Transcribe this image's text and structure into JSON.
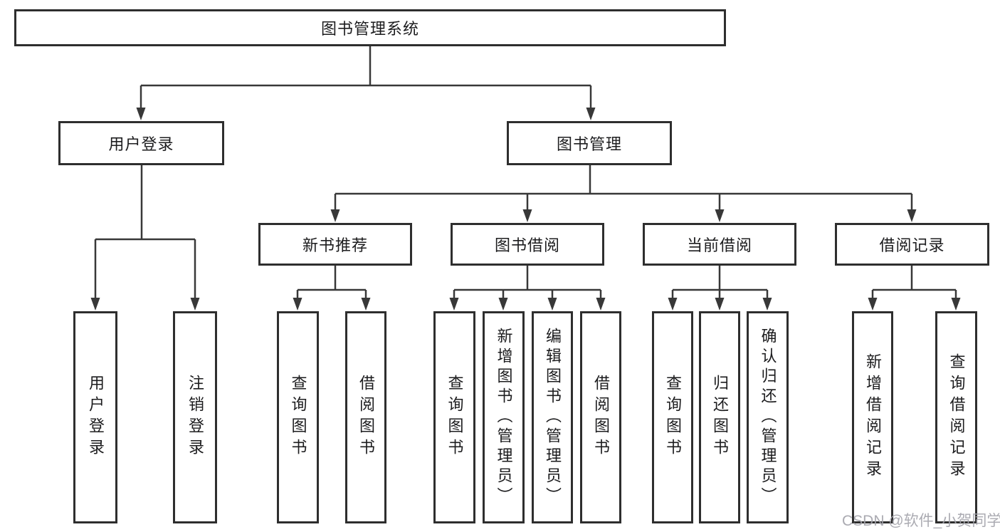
{
  "diagram_title": "图书管理系统",
  "nodes": {
    "root": {
      "label": "图书管理系统"
    },
    "user_login": {
      "label": "用户登录"
    },
    "book_mgmt": {
      "label": "图书管理"
    },
    "new_books": {
      "label": "新书推荐"
    },
    "book_borrow": {
      "label": "图书借阅"
    },
    "current_borrow": {
      "label": "当前借阅"
    },
    "borrow_records": {
      "label": "借阅记录"
    },
    "leaves": {
      "user_login_leaf": {
        "label": "用户登录"
      },
      "logout": {
        "label": "注销登录"
      },
      "nb_query_books": {
        "label": "查询图书"
      },
      "nb_borrow_books": {
        "label": "借阅图书"
      },
      "bb_query_books": {
        "label": "查询图书"
      },
      "bb_add_books": {
        "label": "新增图书（管理员）"
      },
      "bb_edit_books": {
        "label": "编辑图书（管理员）"
      },
      "bb_borrow_books": {
        "label": "借阅图书"
      },
      "cb_query_books": {
        "label": "查询图书"
      },
      "cb_return_books": {
        "label": "归还图书"
      },
      "cb_confirm_return": {
        "label": "确认归还（管理员）"
      },
      "br_add_record": {
        "label": "新增借阅记录"
      },
      "br_query_record": {
        "label": "查询借阅记录"
      }
    }
  },
  "watermark": {
    "text": "CSDN @软件_小贺同学",
    "color": "#a2a2aa"
  },
  "style_colors": {
    "box_border": "#2e2e2e",
    "connector": "#383838",
    "text": "#1c1c1e"
  }
}
